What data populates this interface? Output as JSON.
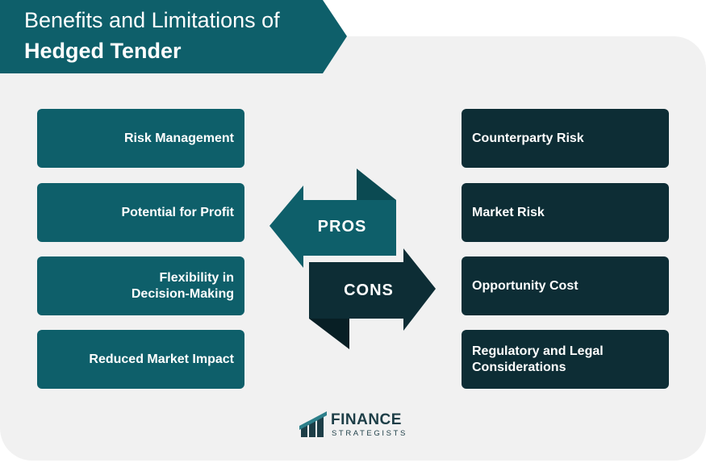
{
  "title": {
    "line1": "Benefits and Limitations of",
    "line2": "Hedged Tender"
  },
  "pros": {
    "label": "PROS",
    "items": [
      "Risk Management",
      "Potential for Profit",
      "Flexibility in\nDecision-Making",
      "Reduced Market Impact"
    ]
  },
  "cons": {
    "label": "CONS",
    "items": [
      "Counterparty Risk",
      "Market Risk",
      "Opportunity Cost",
      "Regulatory and Legal\nConsiderations"
    ]
  },
  "logo": {
    "name": "FINANCE",
    "tagline": "STRATEGISTS"
  },
  "colors": {
    "title_bg": "#0e5f6a",
    "pro_box": "#0e5f6a",
    "con_box": "#0d2d35",
    "panel_bg": "#f1f1f1"
  }
}
